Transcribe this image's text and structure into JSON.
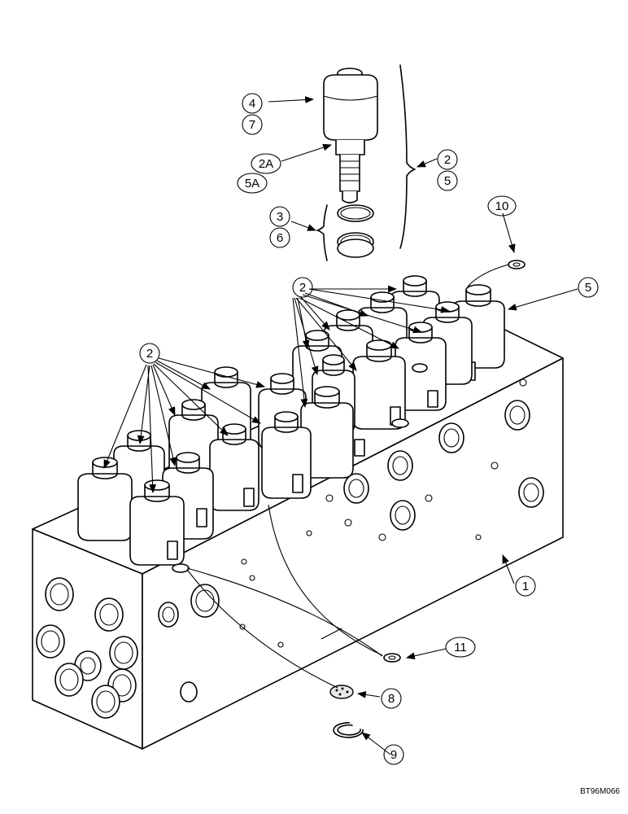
{
  "callouts": {
    "c1": "1",
    "c2": "2",
    "c2A": "2A",
    "c3": "3",
    "c4": "4",
    "c5": "5",
    "c5A": "5A",
    "c6": "6",
    "c7": "7",
    "c8": "8",
    "c9": "9",
    "c10": "10",
    "c11": "11"
  },
  "figure_code": "BT96M066"
}
